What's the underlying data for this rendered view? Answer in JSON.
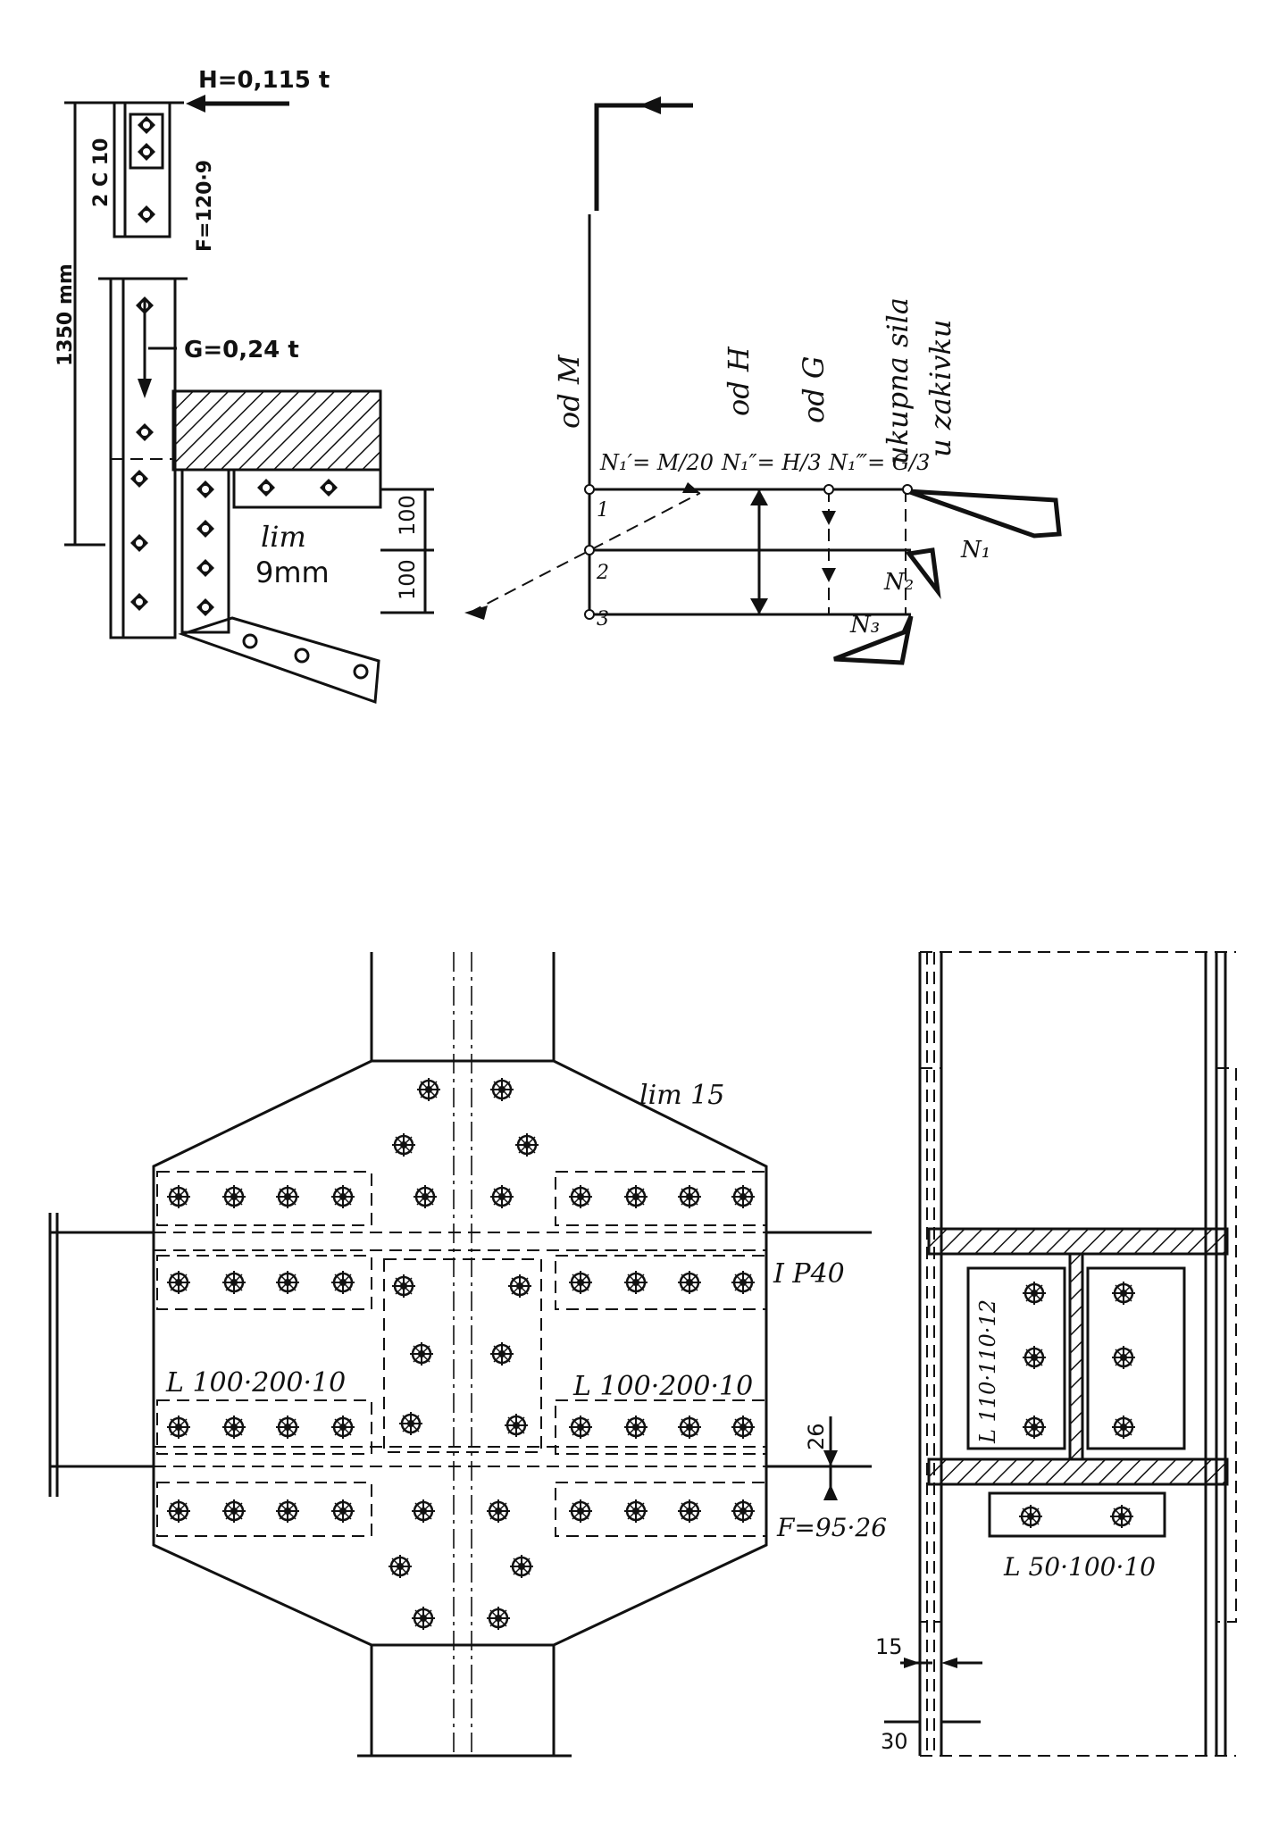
{
  "top_figure": {
    "force_h": "H=0,115 t",
    "force_g": "G=0,24 t",
    "height_dim": "1350 mm",
    "section_channel": "2 C 10",
    "plate_label": "F=120·9",
    "gusset_label_1": "lim",
    "gusset_label_2": "9mm",
    "dim_upper": "100",
    "dim_lower": "100",
    "point_1": "1",
    "point_2": "2",
    "point_3": "3",
    "col_from_m": "od M",
    "col_from_h": "od H",
    "col_from_g": "od G",
    "col_total_1": "ukupna sila",
    "col_total_2": "u zakivku",
    "formula_m": "N₁′= M/20",
    "formula_h": "N₁″= H/3",
    "formula_g": "N₁‴= G/3",
    "result_n1": "N₁",
    "result_n2": "N₂",
    "result_n3": "N₃"
  },
  "bottom_left": {
    "plate_label": "lim 15",
    "beam_label": "I P40",
    "angle_left": "L 100·200·10",
    "angle_right": "L 100·200·10",
    "dim_26": "26",
    "flat_label": "F=95·26"
  },
  "bottom_right": {
    "angle_vertical": "L 110·110·12",
    "angle_bottom": "L 50·100·10",
    "dim_15": "15",
    "dim_30": "30"
  }
}
